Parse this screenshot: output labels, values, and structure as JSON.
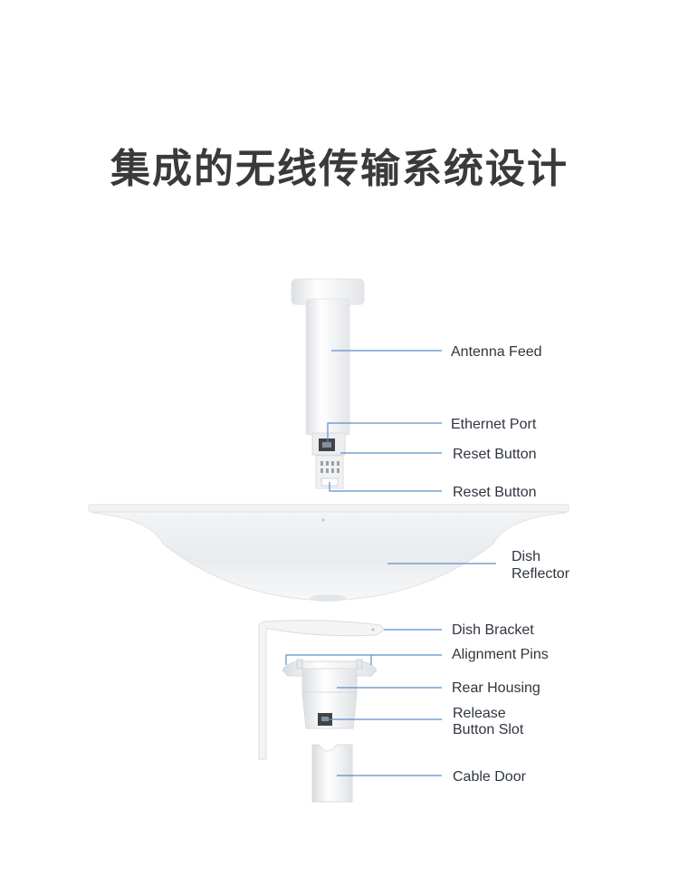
{
  "title": "集成的无线传输系统设计",
  "colors": {
    "leader_line": "#5b8fc7",
    "title": "#3a3a3a",
    "label": "#2f3640",
    "parts": "#f2f3f4"
  },
  "labels": {
    "antenna_feed": "Antenna Feed",
    "ethernet_port": "Ethernet Port",
    "reset_button_1": "Reset Button",
    "reset_button_2": "Reset Button",
    "dish_reflector_1": "Dish",
    "dish_reflector_2": "Reflector",
    "dish_bracket": "Dish Bracket",
    "alignment_pins": "Alignment Pins",
    "rear_housing": "Rear Housing",
    "release_button_slot_1": "Release",
    "release_button_slot_2": "Button Slot",
    "cable_door": "Cable Door"
  }
}
